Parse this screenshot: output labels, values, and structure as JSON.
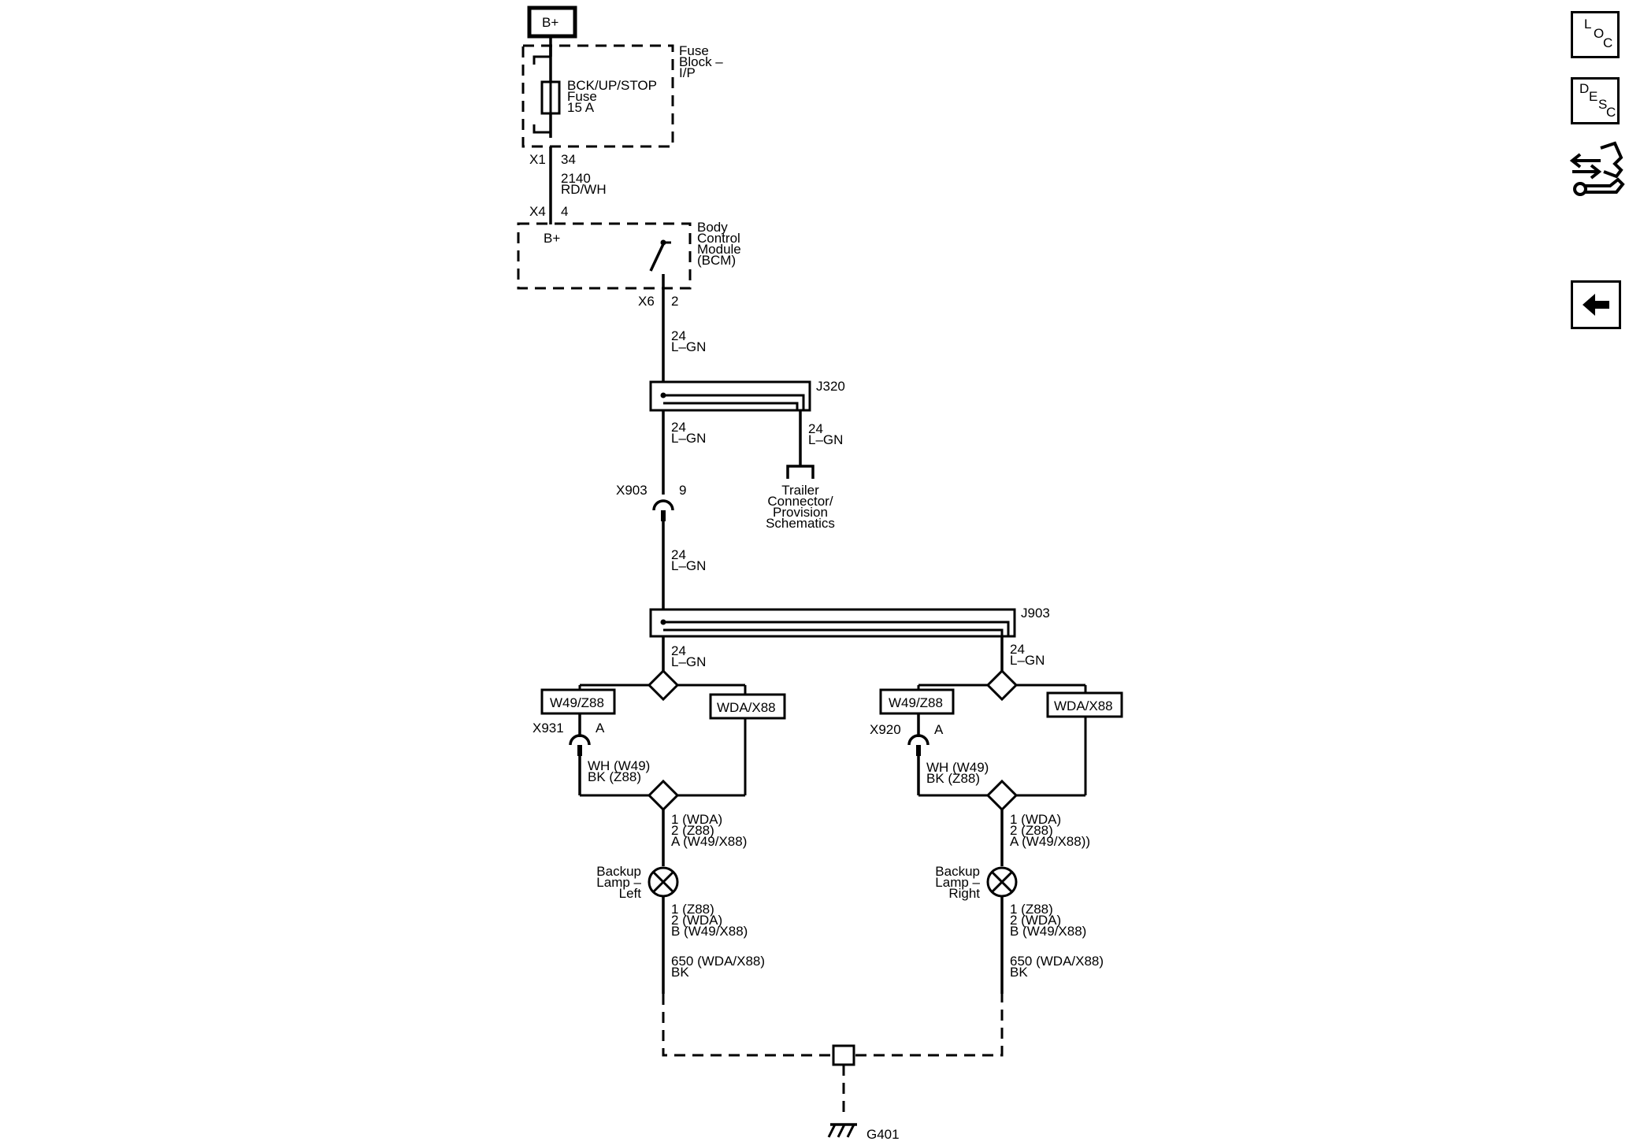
{
  "power": {
    "label": "B+"
  },
  "fuse_block": {
    "name": "Fuse\nBlock –\nI/P",
    "fuse": "BCK/UP/STOP\nFuse\n15 A",
    "conn": "X1",
    "pin": "34"
  },
  "wire_2140": {
    "circuit": "2140",
    "color": "RD/WH"
  },
  "bcm": {
    "conn_in": "X4",
    "pin_in": "4",
    "bplus": "B+",
    "name": "Body\nControl\nModule\n(BCM)",
    "conn_out": "X6",
    "pin_out": "2"
  },
  "wire_24_a": {
    "circuit": "24",
    "color": "L–GN"
  },
  "j320": {
    "label": "J320"
  },
  "wire_24_b": {
    "circuit": "24",
    "color": "L–GN"
  },
  "wire_24_trailer": {
    "circuit": "24",
    "color": "L–GN"
  },
  "trailer": {
    "label": "Trailer\nConnector/\nProvision\nSchematics"
  },
  "x903": {
    "conn": "X903",
    "pin": "9"
  },
  "wire_24_c": {
    "circuit": "24",
    "color": "L–GN"
  },
  "j903": {
    "label": "J903"
  },
  "left": {
    "wire": {
      "circuit": "24",
      "color": "L–GN"
    },
    "opt_a": "W49/Z88",
    "opt_b": "WDA/X88",
    "conn": "X931",
    "pin": "A",
    "wire2": "WH (W49)\nBK (Z88)",
    "pins_in": "1 (WDA)\n2 (Z88)\nA (W49/X88)",
    "lamp": "Backup\nLamp –\nLeft",
    "pins_out": "1 (Z88)\n2 (WDA)\nB (W49/X88)",
    "ground_wire": "650 (WDA/X88)\nBK"
  },
  "right": {
    "wire": {
      "circuit": "24",
      "color": "L–GN"
    },
    "opt_a": "W49/Z88",
    "opt_b": "WDA/X88",
    "conn": "X920",
    "pin": "A",
    "wire2": "WH (W49)\nBK (Z88)",
    "pins_in": "1 (WDA)\n2 (Z88)\nA (W49/X88))",
    "lamp": "Backup\nLamp –\nRight",
    "pins_out": "1 (Z88)\n2 (WDA)\nB (W49/X88)",
    "ground_wire": "650 (WDA/X88)\nBK"
  },
  "ground": {
    "label": "G401"
  },
  "nav": {
    "loc": [
      "L",
      "O",
      "C"
    ],
    "desc": [
      "D",
      "E",
      "S",
      "C"
    ],
    "tool_icon": "connector-wrench-icon",
    "back_icon": "back-arrow-icon"
  }
}
